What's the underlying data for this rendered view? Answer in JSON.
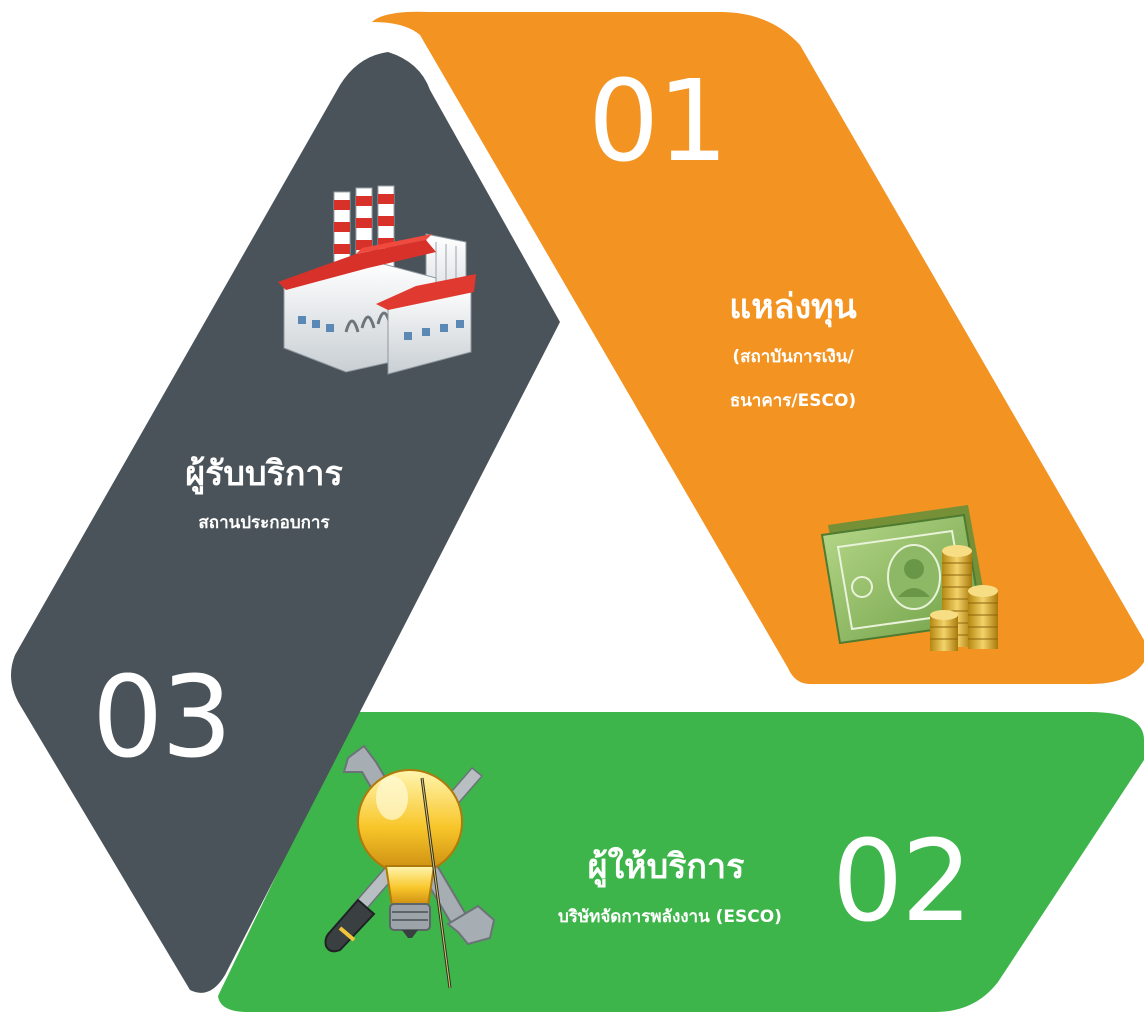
{
  "colors": {
    "orange": "#F39322",
    "green": "#3DB54A",
    "dark": "#4A5359"
  },
  "segments": [
    {
      "number": "01",
      "title": "แหล่งทุน",
      "subtitle_lines": [
        "(สถาบันการเงิน/",
        "ธนาคาร/ESCO)"
      ],
      "icon": "money-coins-icon"
    },
    {
      "number": "02",
      "title": "ผู้ให้บริการ",
      "subtitle_lines": [
        "บริษัทจัดการพลังงาน (ESCO)"
      ],
      "icon": "lightbulb-tools-icon"
    },
    {
      "number": "03",
      "title": "ผู้รับบริการ",
      "subtitle_lines": [
        "สถานประกอบการ"
      ],
      "icon": "factory-icon"
    }
  ]
}
